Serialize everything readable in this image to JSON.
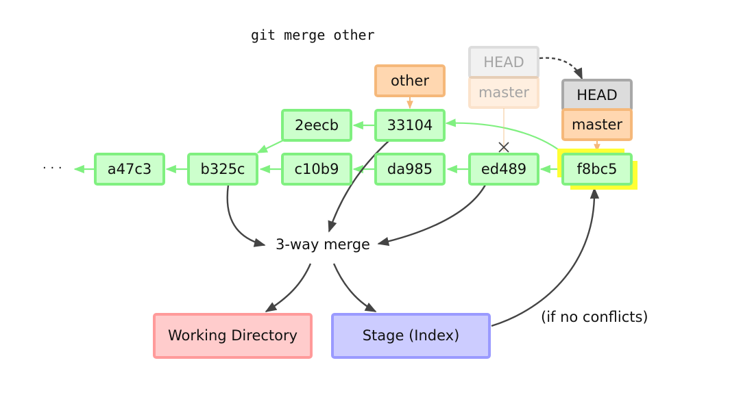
{
  "command": "git merge other",
  "ellipsis": "· · ·",
  "refs": {
    "other": "other",
    "old_head": "HEAD",
    "old_master": "master",
    "head": "HEAD",
    "master": "master"
  },
  "commits": {
    "a47c3": "a47c3",
    "b325c": "b325c",
    "c10b9": "c10b9",
    "da985": "da985",
    "ed489": "ed489",
    "f8bc5": "f8bc5",
    "2eecb": "2eecb",
    "33104": "33104"
  },
  "merge_label": "3-way merge",
  "targets": {
    "working_directory": "Working Directory",
    "stage": "Stage (Index)"
  },
  "condition": "(if no conflicts)",
  "colors": {
    "commit_fill": "#ccffcc",
    "commit_border": "#80f080",
    "branch_fill": "#ffd7b0",
    "branch_border": "#f5b87a",
    "head_fill": "#dcdcdc",
    "head_border": "#a8a8a8",
    "wd_fill": "#ffcccc",
    "wd_border": "#ff9a9a",
    "stage_fill": "#ccccff",
    "stage_border": "#9a9aff",
    "highlight": "#ffff33",
    "arrow_dark": "#444444"
  }
}
